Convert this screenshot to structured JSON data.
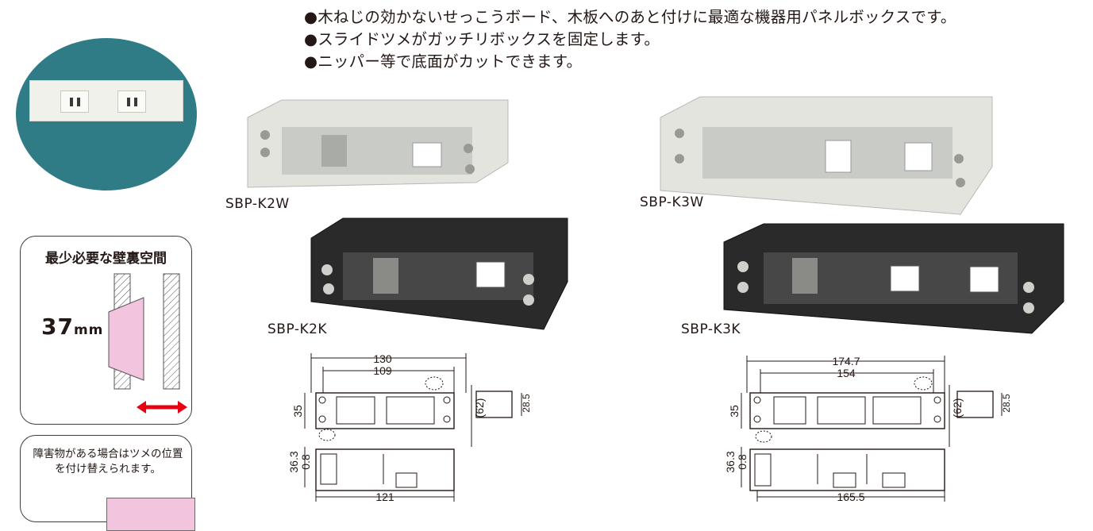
{
  "bullets": [
    "●木ねじの効かないせっこうボード、木板へのあと付けに最適な機器用パネルボックスです。",
    "●スライドツメがガッチリボックスを固定します。",
    "●ニッパー等で底面がカットできます。"
  ],
  "space_box": {
    "title": "最少必要な壁裏空間",
    "value": "37",
    "unit": "mm"
  },
  "note_box": {
    "text": "障害物がある場合はツメの位置を付け替えられます。"
  },
  "products": {
    "k2w": "SBP-K2W",
    "k3w": "SBP-K3W",
    "k2k": "SBP-K2K",
    "k3k": "SBP-K3K"
  },
  "dims_k2": {
    "overall": "130",
    "inner": "109",
    "height": "35",
    "paren_height": "(62)",
    "depth": "28.5",
    "side_top": "36.3",
    "side_bottom": "0.8",
    "bottom_length": "121"
  },
  "dims_k3": {
    "overall": "174.7",
    "inner": "154",
    "height": "35",
    "paren_height": "(62)",
    "depth": "28.5",
    "side_top": "36.3",
    "side_bottom": "0.8",
    "bottom_length": "165.5"
  },
  "colors": {
    "teal": "#2f7c87",
    "pink": "#f3c4dd",
    "red": "#e60012",
    "white_box": "#e4e4df",
    "black_box": "#2a2a2a"
  }
}
